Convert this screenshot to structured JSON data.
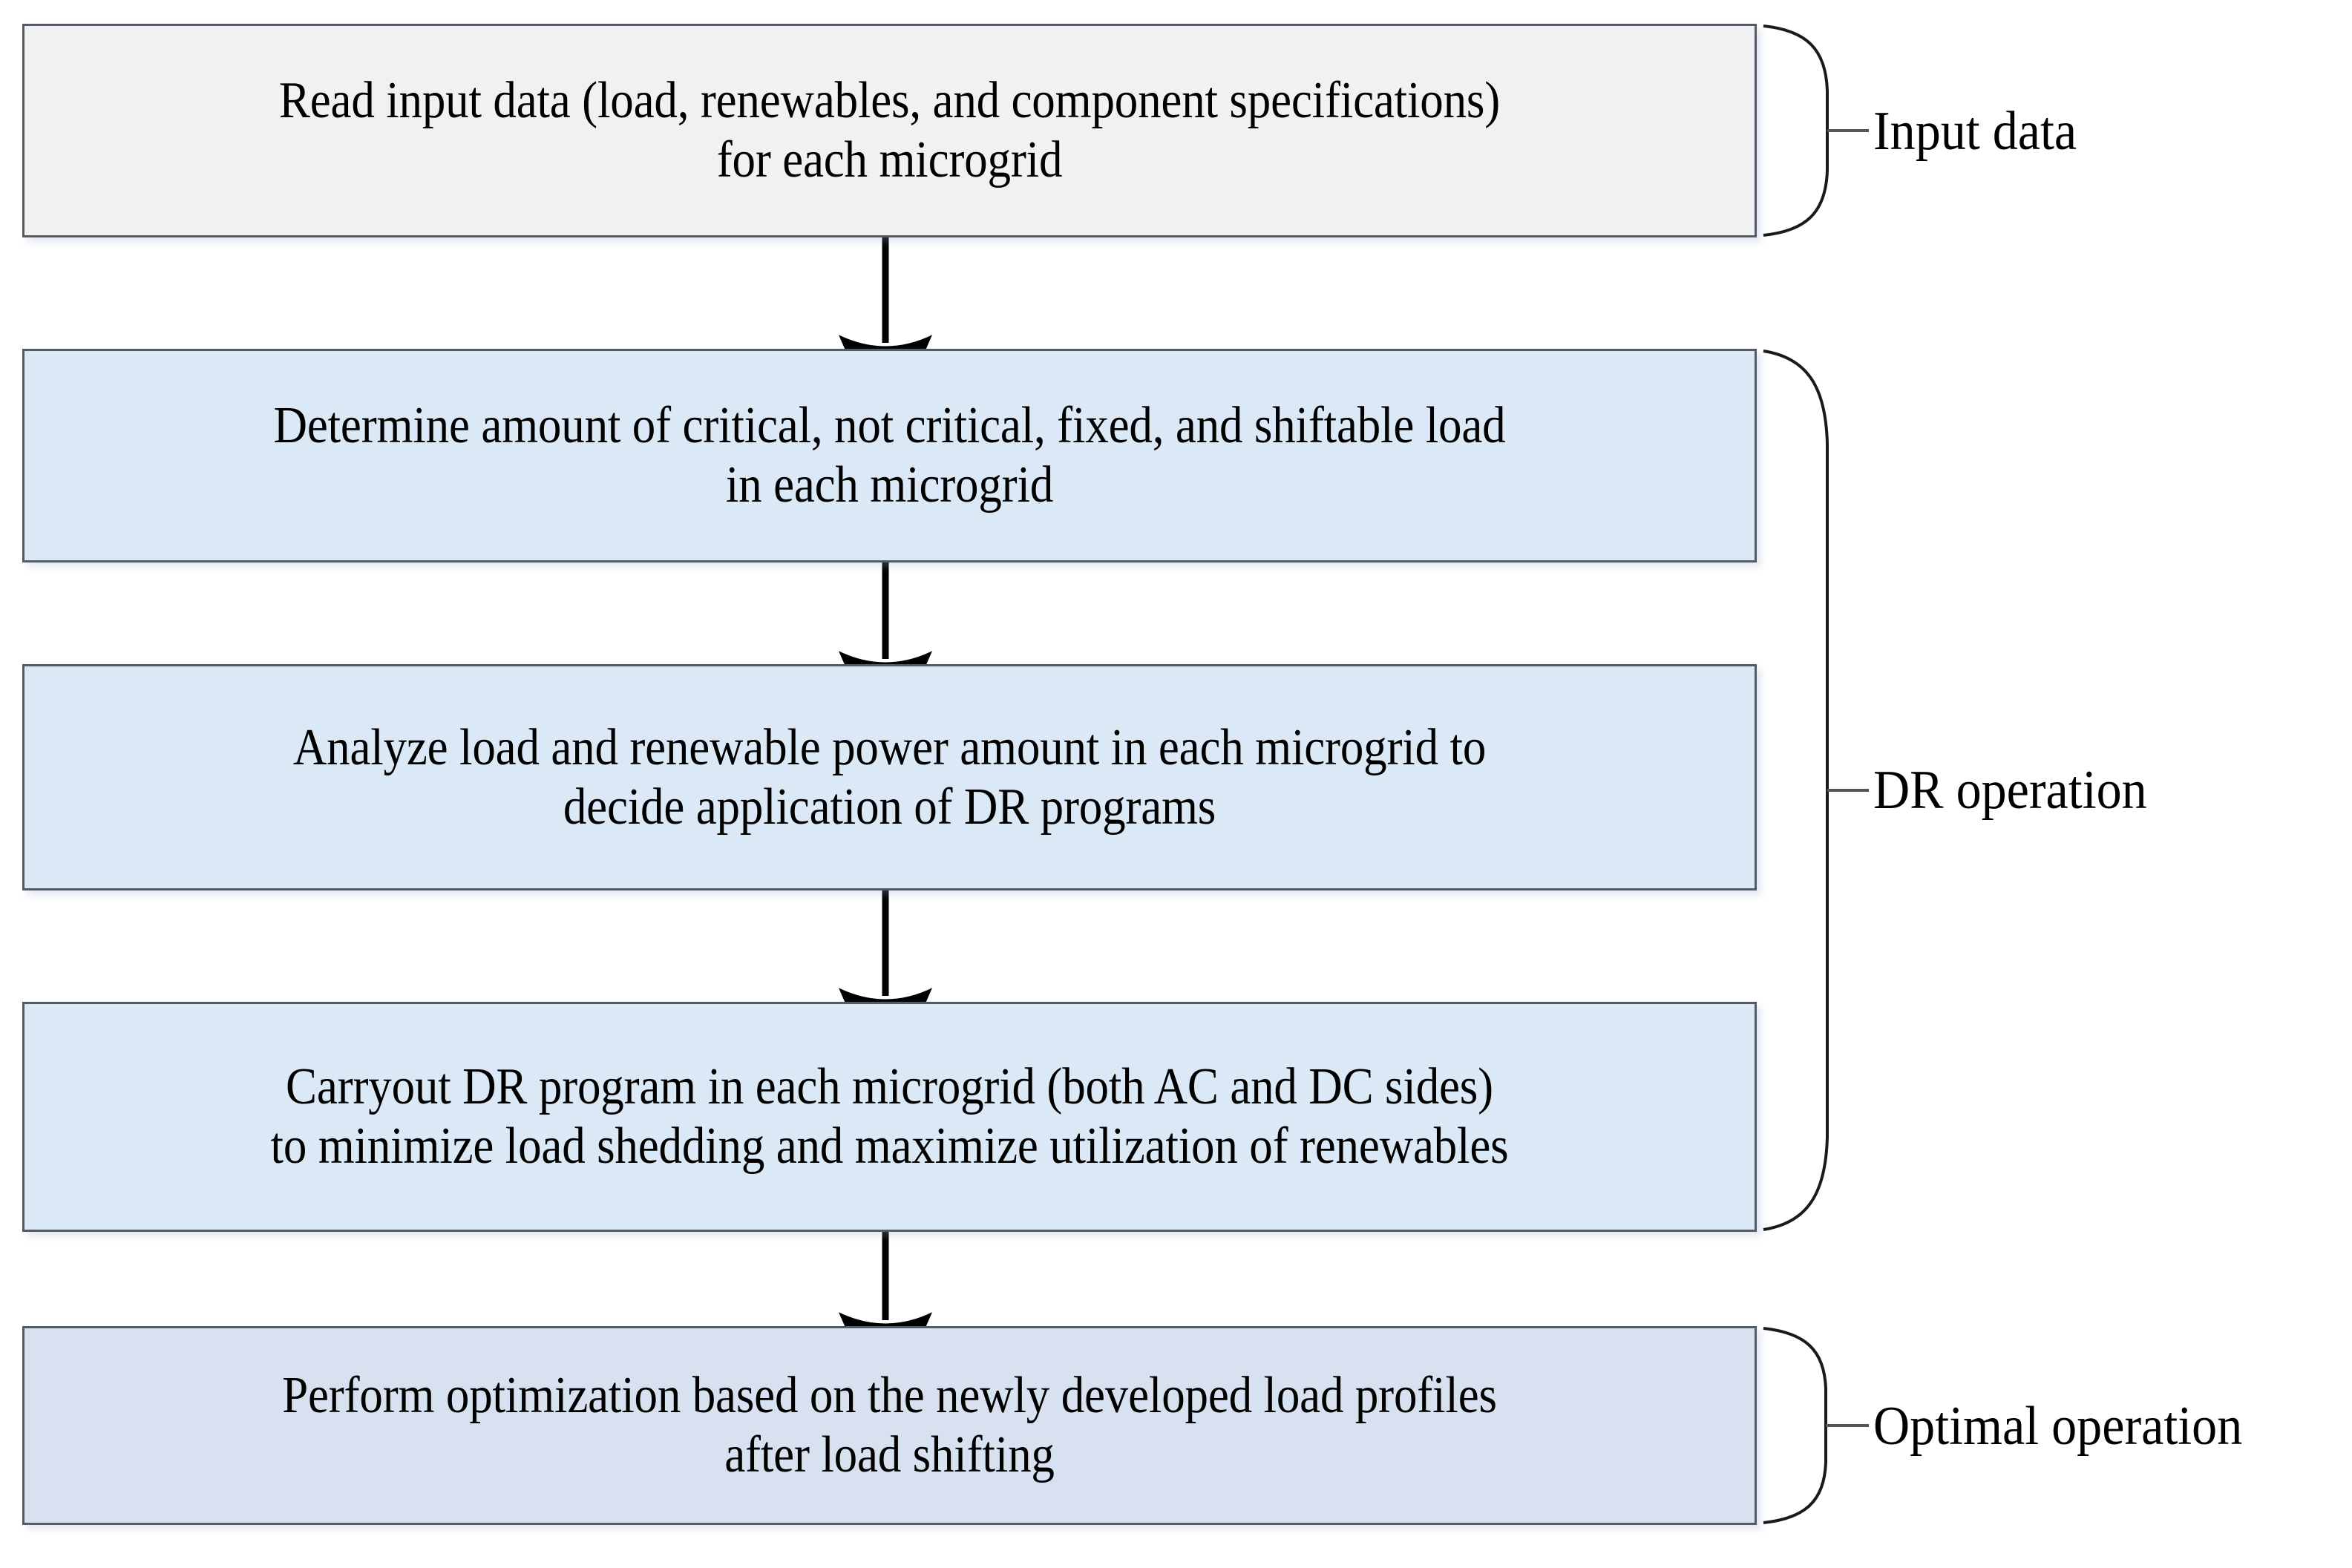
{
  "diagram": {
    "type": "flowchart",
    "title": "",
    "background_color": "#ffffff",
    "nodes": [
      {
        "id": "read-input",
        "text": "Read input data (load, renewables, and component specifications)\nfor each microgrid",
        "fill_color": "#f1f1f1",
        "border_color": "#545b63"
      },
      {
        "id": "determine-load",
        "text": "Determine amount of critical, not critical, fixed, and shiftable load\nin each microgrid",
        "fill_color": "#dbe9f6",
        "border_color": "#545b63"
      },
      {
        "id": "analyze-load",
        "text": "Analyze load and renewable power amount in each microgrid to\ndecide application of DR programs",
        "fill_color": "#dbe9f6",
        "border_color": "#545b63"
      },
      {
        "id": "carryout-dr",
        "text": "Carryout DR program in each microgrid (both AC and DC sides)\nto minimize load shedding and maximize utilization of renewables",
        "fill_color": "#dbe9f6",
        "border_color": "#545b63"
      },
      {
        "id": "perform-opt",
        "text": "Perform optimization based on the newly developed load profiles\nafter load shifting",
        "fill_color": "#d7e1f0",
        "border_color": "#545b63"
      }
    ],
    "connectors": [
      {
        "from": "read-input",
        "to": "determine-load",
        "style": "arrow-down"
      },
      {
        "from": "determine-load",
        "to": "analyze-load",
        "style": "arrow-down"
      },
      {
        "from": "analyze-load",
        "to": "carryout-dr",
        "style": "arrow-down"
      },
      {
        "from": "carryout-dr",
        "to": "perform-opt",
        "style": "arrow-down"
      }
    ],
    "brackets": [
      {
        "id": "input-data",
        "label": "Input data",
        "spans": [
          "read-input"
        ]
      },
      {
        "id": "dr-operation",
        "label": "DR operation",
        "spans": [
          "determine-load",
          "analyze-load",
          "carryout-dr"
        ]
      },
      {
        "id": "optimal-operation",
        "label": "Optimal operation",
        "spans": [
          "perform-opt"
        ]
      }
    ]
  }
}
